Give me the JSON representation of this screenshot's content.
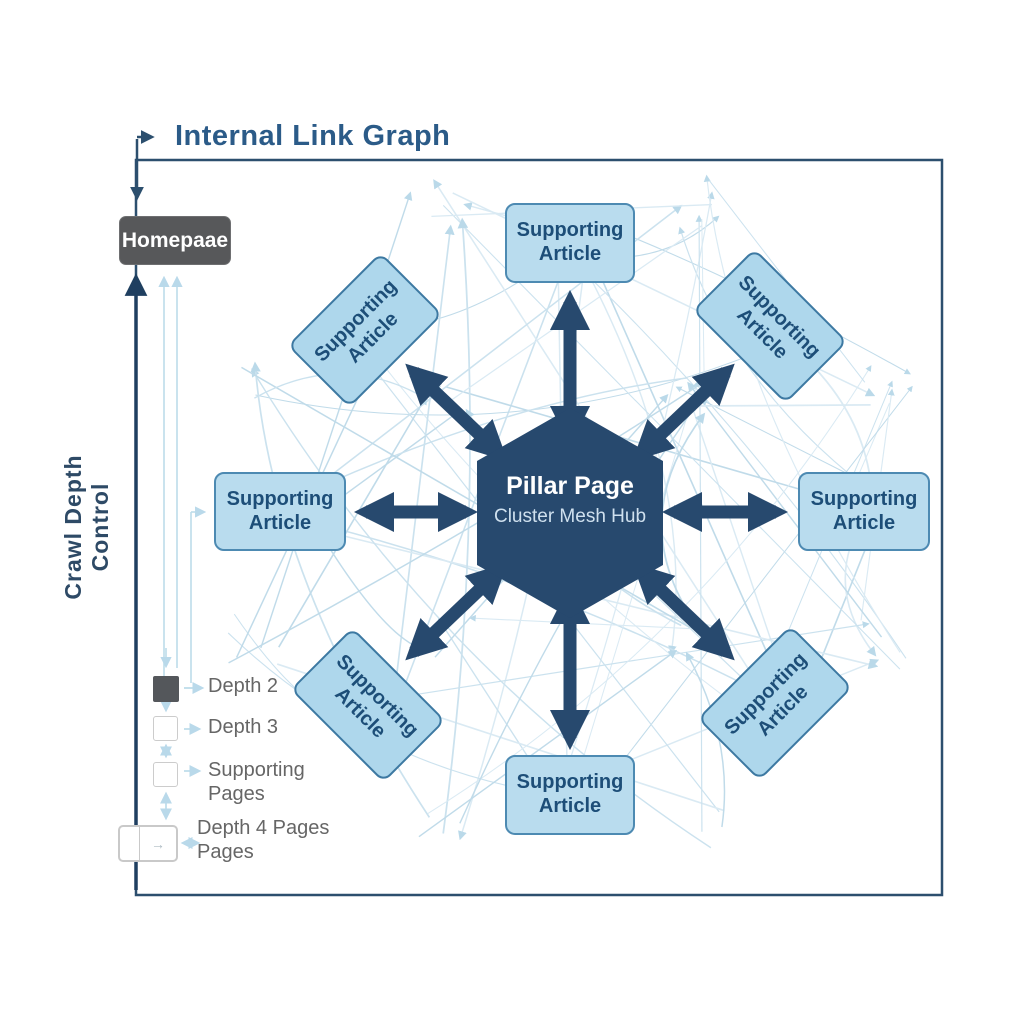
{
  "title": "Internal Link Graph",
  "side_label": "Crawl Depth Control",
  "homepage_label": "Homepaae",
  "hub": {
    "title": "Pillar Page",
    "subtitle": "Cluster Mesh Hub"
  },
  "nodes": [
    {
      "position": "top",
      "label": "Supporting Article"
    },
    {
      "position": "top-right",
      "label": "Supporting Article"
    },
    {
      "position": "right",
      "label": "Supporting Article"
    },
    {
      "position": "bottom-right",
      "label": "Supporting Article"
    },
    {
      "position": "bottom",
      "label": "Supporting Article"
    },
    {
      "position": "bottom-left",
      "label": "Supporting Article"
    },
    {
      "position": "left",
      "label": "Supporting Article"
    },
    {
      "position": "top-left",
      "label": "Supporting Article"
    }
  ],
  "legend": {
    "items": [
      {
        "swatch": "dark-square",
        "label": "Depth 2"
      },
      {
        "swatch": "outline-square",
        "label": "Depth 3"
      },
      {
        "swatch": "outline-square",
        "label": "Supporting\nPages"
      },
      {
        "swatch": "wide-rect-arrow",
        "label": "Depth 4 Pages\nPages"
      }
    ],
    "wide_swatch_arrow": "→"
  },
  "colors": {
    "navy": "#27496e",
    "frame": "#2c4f6e",
    "title_text": "#2b5b88",
    "node_fill": "#b9dcee",
    "node_border": "#4d8ab2",
    "node_text": "#1d4e78",
    "homepage_bg": "#57585a",
    "mesh_line": "#c3ddec",
    "light_arrow": "#bcdcea",
    "legend_text": "#666666"
  }
}
